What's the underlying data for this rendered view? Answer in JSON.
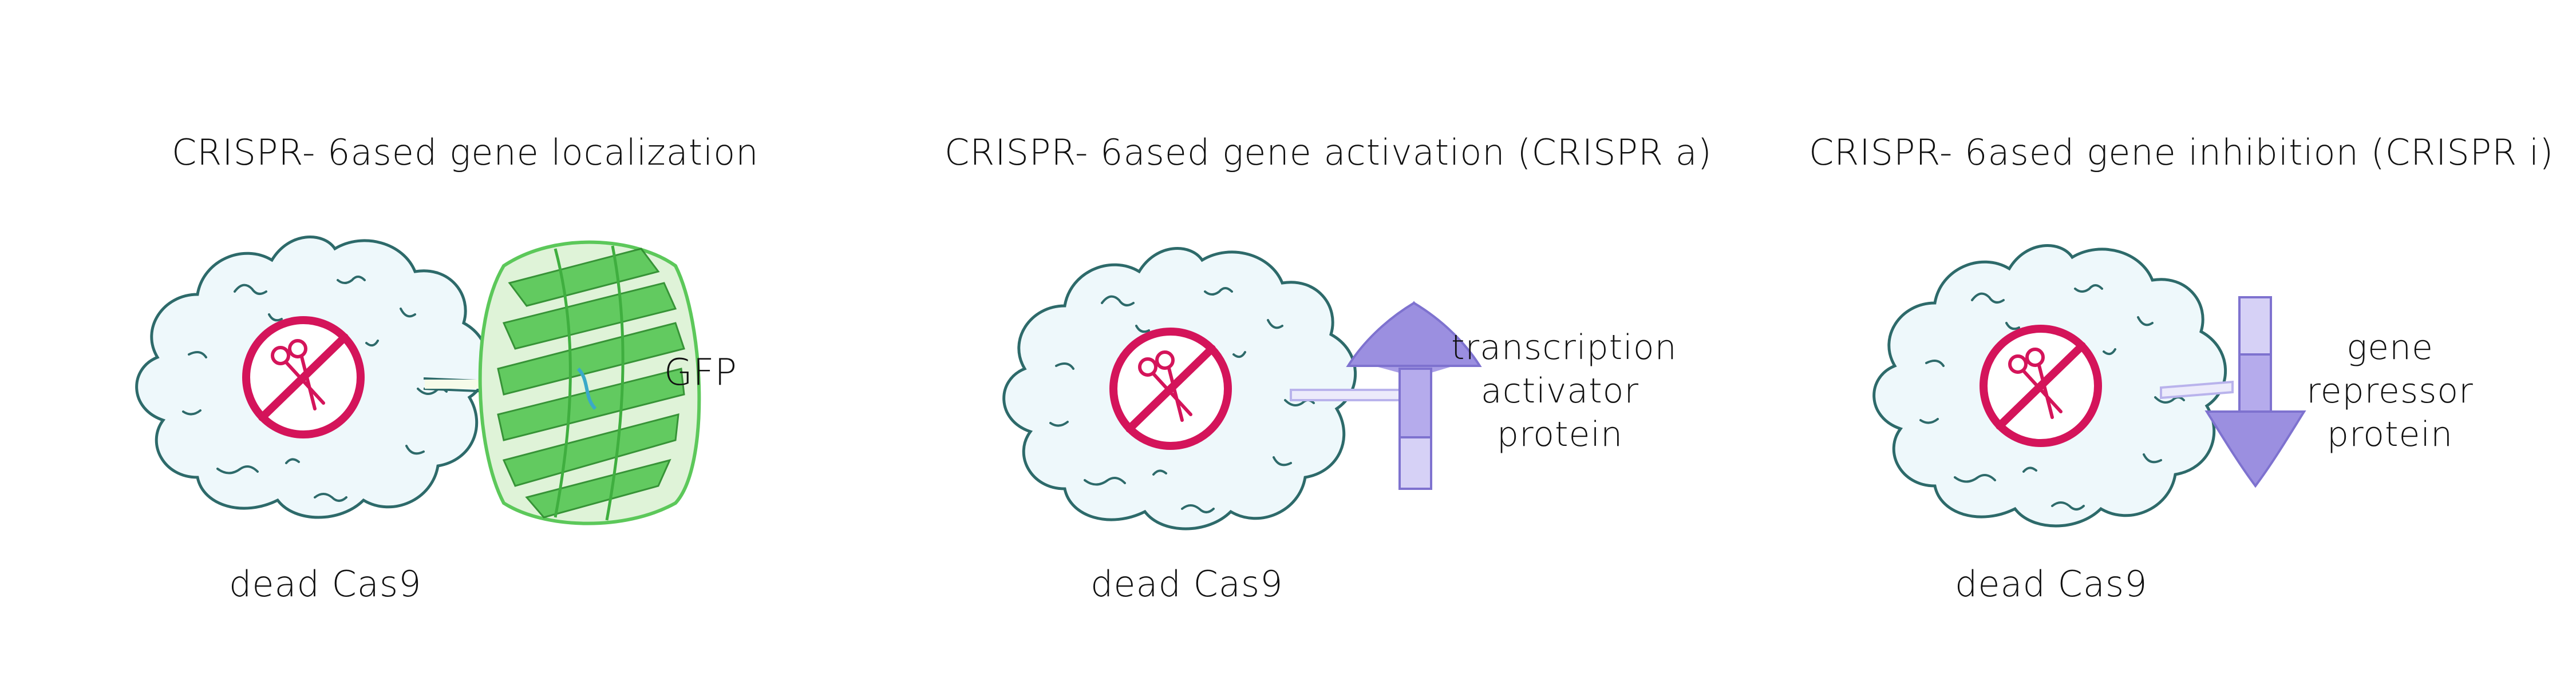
{
  "panels": [
    {
      "title": "CRISPR- 6ased gene localization",
      "cas_label": "dead Cas9",
      "partner_label": "GFP",
      "partner_icon": "gfp-barrel-icon"
    },
    {
      "title": "CRISPR- 6ased gene activation (CRISPR a)",
      "cas_label": "dead Cas9",
      "partner_lines": [
        "transcription",
        "activator",
        "protein"
      ],
      "partner_icon": "arrow-up-icon"
    },
    {
      "title": "CRISPR- 6ased gene inhibition (CRISPR i)",
      "cas_label": "dead Cas9",
      "partner_lines": [
        "gene",
        "repressor",
        "protein"
      ],
      "partner_icon": "arrow-down-icon"
    }
  ],
  "colors": {
    "blob_fill": "#eef8fb",
    "blob_stroke": "#2d6a6a",
    "no_symbol": "#d4145a",
    "gfp_green": "#5cc85a",
    "arrow_purple": "#9b8fe0",
    "linker": "#b9b3ec"
  }
}
